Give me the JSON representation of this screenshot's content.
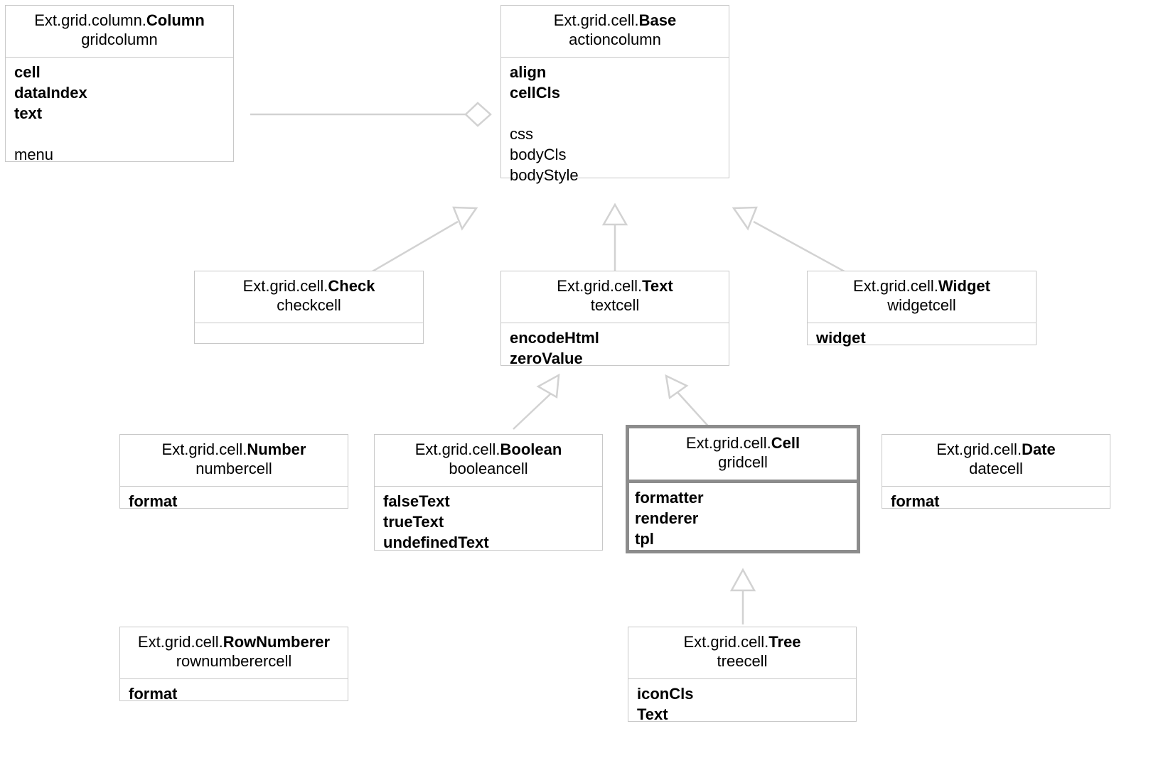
{
  "diagram": {
    "title": "Ext JS grid cell class hierarchy",
    "type": "uml-class-diagram",
    "colors": {
      "box_border": "#c8c8c8",
      "highlight_border": "#8c8c8c",
      "edge_stroke": "#d2d2d2",
      "text": "#000000",
      "background": "#ffffff"
    }
  },
  "classes": [
    {
      "id": "column",
      "namespace": "Ext.grid.column.",
      "name": "Column",
      "alias": "gridcolumn",
      "members": [
        {
          "text": "cell",
          "bold": true
        },
        {
          "text": "dataIndex",
          "bold": true
        },
        {
          "text": "text",
          "bold": true
        },
        {
          "text": "",
          "bold": false
        },
        {
          "text": "menu",
          "bold": false
        }
      ]
    },
    {
      "id": "base",
      "namespace": "Ext.grid.cell.",
      "name": "Base",
      "alias": "actioncolumn",
      "members": [
        {
          "text": "align",
          "bold": true
        },
        {
          "text": "cellCls",
          "bold": true
        },
        {
          "text": "",
          "bold": false
        },
        {
          "text": "css",
          "bold": false
        },
        {
          "text": "bodyCls",
          "bold": false
        },
        {
          "text": "bodyStyle",
          "bold": false
        }
      ]
    },
    {
      "id": "check",
      "namespace": "Ext.grid.cell.",
      "name": "Check",
      "alias": "checkcell",
      "members": []
    },
    {
      "id": "text",
      "namespace": "Ext.grid.cell.",
      "name": "Text",
      "alias": "textcell",
      "members": [
        {
          "text": "encodeHtml",
          "bold": true
        },
        {
          "text": "zeroValue",
          "bold": true
        }
      ]
    },
    {
      "id": "widget",
      "namespace": "Ext.grid.cell.",
      "name": "Widget",
      "alias": "widgetcell",
      "members": [
        {
          "text": "widget",
          "bold": true
        }
      ]
    },
    {
      "id": "number",
      "namespace": "Ext.grid.cell.",
      "name": "Number",
      "alias": "numbercell",
      "members": [
        {
          "text": "format",
          "bold": true
        }
      ]
    },
    {
      "id": "boolean",
      "namespace": "Ext.grid.cell.",
      "name": "Boolean",
      "alias": "booleancell",
      "members": [
        {
          "text": "falseText",
          "bold": true
        },
        {
          "text": "trueText",
          "bold": true
        },
        {
          "text": "undefinedText",
          "bold": true
        }
      ]
    },
    {
      "id": "cell",
      "namespace": "Ext.grid.cell.",
      "name": "Cell",
      "alias": "gridcell",
      "highlighted": true,
      "members": [
        {
          "text": "formatter",
          "bold": true
        },
        {
          "text": "renderer",
          "bold": true
        },
        {
          "text": "tpl",
          "bold": true
        }
      ]
    },
    {
      "id": "date",
      "namespace": "Ext.grid.cell.",
      "name": "Date",
      "alias": "datecell",
      "members": [
        {
          "text": "format",
          "bold": true
        }
      ]
    },
    {
      "id": "rownumberer",
      "namespace": "Ext.grid.cell.",
      "name": "RowNumberer",
      "alias": "rownumberercell",
      "members": [
        {
          "text": "format",
          "bold": true
        }
      ]
    },
    {
      "id": "tree",
      "namespace": "Ext.grid.cell.",
      "name": "Tree",
      "alias": "treecell",
      "members": [
        {
          "text": "iconCls",
          "bold": true
        },
        {
          "text": "Text",
          "bold": true
        }
      ]
    }
  ],
  "relations": [
    {
      "from": "column",
      "to": "base",
      "kind": "aggregation"
    },
    {
      "from": "check",
      "to": "base",
      "kind": "generalization"
    },
    {
      "from": "text",
      "to": "base",
      "kind": "generalization"
    },
    {
      "from": "widget",
      "to": "base",
      "kind": "generalization"
    },
    {
      "from": "boolean",
      "to": "text",
      "kind": "generalization"
    },
    {
      "from": "cell",
      "to": "text",
      "kind": "generalization"
    },
    {
      "from": "tree",
      "to": "cell",
      "kind": "generalization"
    }
  ]
}
